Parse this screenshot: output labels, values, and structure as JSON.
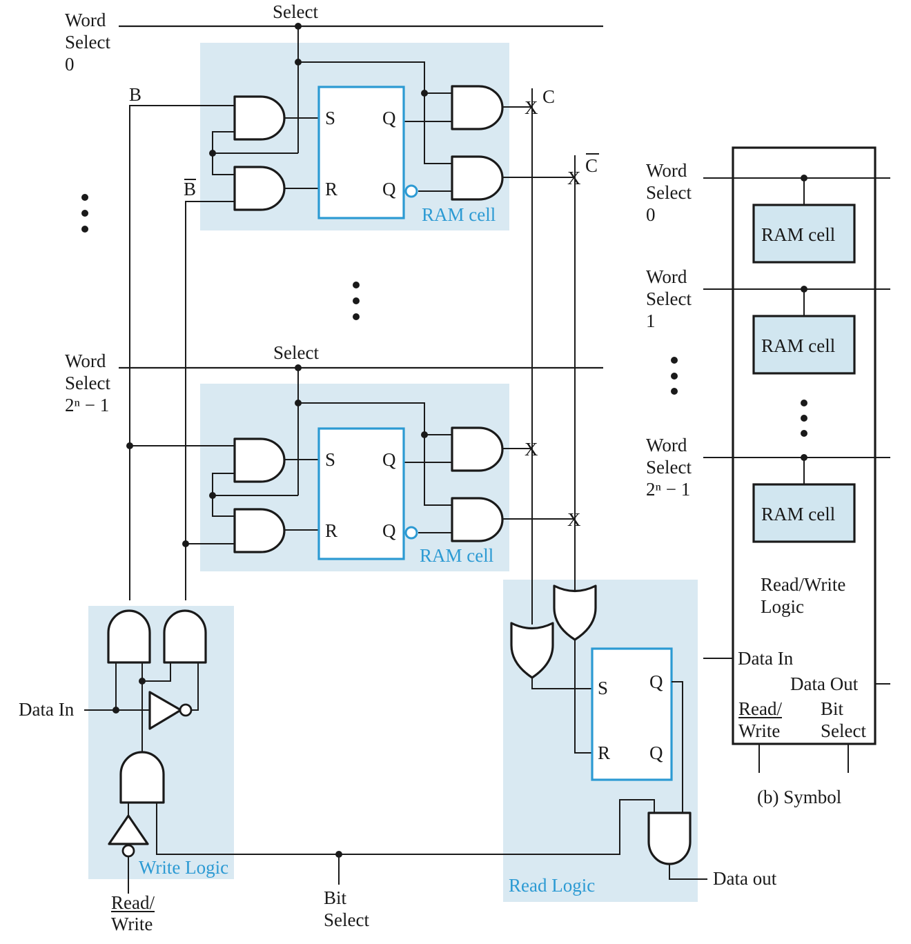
{
  "figure": {
    "word_select_0": [
      "Word",
      "Select",
      "0"
    ],
    "word_select_last": [
      "Word",
      "Select",
      "2ⁿ − 1"
    ],
    "select_label": "Select",
    "b_label": "B",
    "b_bar_label": "B",
    "c_label": "C",
    "c_bar_label": "C",
    "x_mark": "X",
    "ram_cell_label": "RAM cell",
    "ff_s": "S",
    "ff_r": "R",
    "ff_q": "Q",
    "ff_qbar": "Q",
    "write_logic_label": "Write Logic",
    "read_logic_label": "Read Logic",
    "data_in_label": "Data In",
    "read_write_label": [
      "Read/",
      "Write"
    ],
    "bit_select_label": [
      "Bit",
      "Select"
    ],
    "data_out_label": "Data out",
    "ellipsis": "⋮"
  },
  "symbol": {
    "caption": "(b) Symbol",
    "word_selects": [
      [
        "Word",
        "Select",
        "0"
      ],
      [
        "Word",
        "Select",
        "1"
      ],
      [
        "Word",
        "Select",
        "2ⁿ − 1"
      ]
    ],
    "cell_label": "RAM cell",
    "logic_label": [
      "Read/Write",
      "Logic"
    ],
    "data_in": "Data In",
    "data_out": "Data Out",
    "read_write": [
      "Read/",
      "Write"
    ],
    "bit_select": [
      "Bit",
      "Select"
    ]
  }
}
